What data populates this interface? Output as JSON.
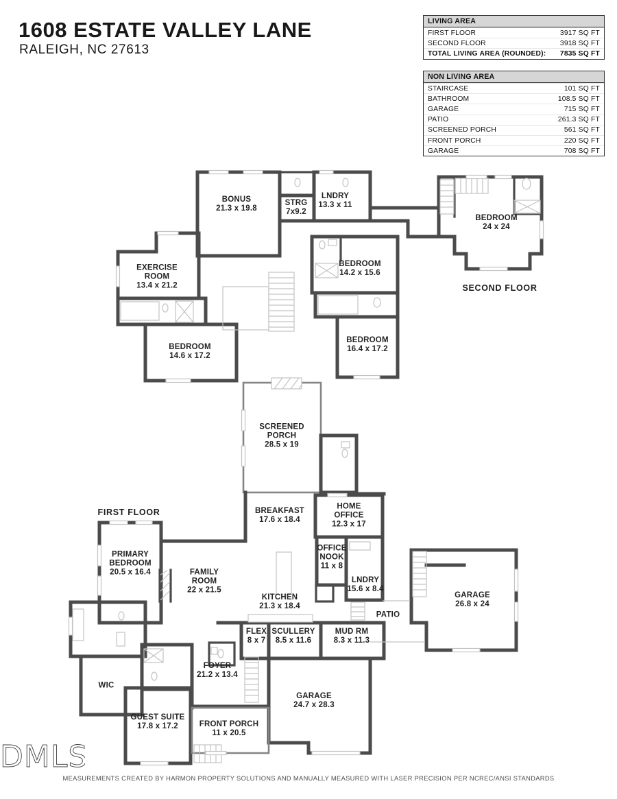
{
  "header": {
    "title": "1608 ESTATE VALLEY LANE",
    "subtitle": "RALEIGH, NC 27613"
  },
  "living_area_table": {
    "header": "LIVING AREA",
    "rows": [
      {
        "label": "FIRST FLOOR",
        "value": "3917 SQ FT"
      },
      {
        "label": "SECOND FLOOR",
        "value": "3918 SQ FT"
      },
      {
        "label": "TOTAL LIVING AREA (ROUNDED):",
        "value": "7835 SQ FT"
      }
    ]
  },
  "non_living_area_table": {
    "header": "NON LIVING AREA",
    "rows": [
      {
        "label": "STAIRCASE",
        "value": "101 SQ FT"
      },
      {
        "label": "BATHROOM",
        "value": "108.5 SQ FT"
      },
      {
        "label": "GARAGE",
        "value": "715 SQ FT"
      },
      {
        "label": "PATIO",
        "value": "261.3 SQ FT"
      },
      {
        "label": "SCREENED PORCH",
        "value": "561 SQ FT"
      },
      {
        "label": "FRONT PORCH",
        "value": "220 SQ FT"
      },
      {
        "label": "GARAGE",
        "value": "708 SQ FT"
      }
    ]
  },
  "floor2": {
    "label": "SECOND FLOOR",
    "rooms": [
      {
        "name": "BONUS",
        "dims": "21.3 x 19.8"
      },
      {
        "name": "STRG",
        "dims": "7x9.2"
      },
      {
        "name": "LNDRY",
        "dims": "13.3 x 11"
      },
      {
        "name": "BEDROOM",
        "dims": "24 x 24"
      },
      {
        "name": "EXERCISE ROOM",
        "dims": "13.4 x 21.2"
      },
      {
        "name": "BEDROOM",
        "dims": "14.2 x 15.6"
      },
      {
        "name": "BEDROOM",
        "dims": "14.6 x 17.2"
      },
      {
        "name": "BEDROOM",
        "dims": "16.4 x 17.2"
      }
    ]
  },
  "floor1": {
    "label": "FIRST FLOOR",
    "rooms": [
      {
        "name": "SCREENED PORCH",
        "dims": "28.5 x 19"
      },
      {
        "name": "BREAKFAST",
        "dims": "17.6 x 18.4"
      },
      {
        "name": "HOME OFFICE",
        "dims": "12.3 x 17"
      },
      {
        "name": "PRIMARY BEDROOM",
        "dims": "20.5 x 16.4"
      },
      {
        "name": "OFFICE NOOK",
        "dims": "11 x 8"
      },
      {
        "name": "FAMILY ROOM",
        "dims": "22 x 21.5"
      },
      {
        "name": "LNDRY",
        "dims": "15.6 x 8.4"
      },
      {
        "name": "GARAGE",
        "dims": "26.8 x 24"
      },
      {
        "name": "KITCHEN",
        "dims": "21.3 x 18.4"
      },
      {
        "name": "PATIO",
        "dims": ""
      },
      {
        "name": "FLEX",
        "dims": "8 x 7"
      },
      {
        "name": "SCULLERY",
        "dims": "8.5 x 11.6"
      },
      {
        "name": "MUD RM",
        "dims": "8.3 x 11.3"
      },
      {
        "name": "FOYER",
        "dims": "21.2 x 13.4"
      },
      {
        "name": "WIC",
        "dims": ""
      },
      {
        "name": "GUEST SUITE",
        "dims": "17.8 x 17.2"
      },
      {
        "name": "GARAGE",
        "dims": "24.7 x 28.3"
      },
      {
        "name": "FRONT PORCH",
        "dims": "11 x 20.5"
      }
    ]
  },
  "footer": {
    "logo": "DMLS",
    "disclaimer": "MEASUREMENTS CREATED BY HARMON PROPERTY SOLUTIONS AND MANUALLY MEASURED WITH LASER PRECISION PER NCREC/ANSI STANDARDS"
  }
}
